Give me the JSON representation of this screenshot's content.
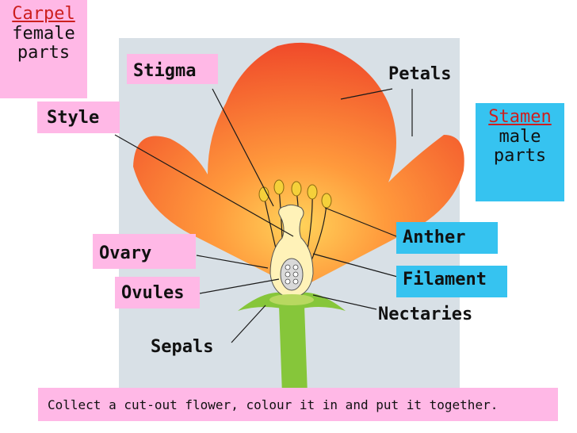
{
  "carpel_box": {
    "title": "Carpel",
    "line2": "female",
    "line3": "parts"
  },
  "stamen_box": {
    "title": "Stamen",
    "line2": "male",
    "line3": "parts"
  },
  "labels": {
    "stigma": "Stigma",
    "style": "Style",
    "petals": "Petals",
    "anther": "Anther",
    "filament": "Filament",
    "ovary": "Ovary",
    "ovules": "Ovules",
    "nectaries": "Nectaries",
    "sepals": "Sepals"
  },
  "instruction": "Collect a cut-out flower, colour it in and put it together.",
  "colors": {
    "pink": "#ffb8e6",
    "cyan": "#36c3f0",
    "petal": "#f04a2a",
    "stem": "#86c63a"
  }
}
